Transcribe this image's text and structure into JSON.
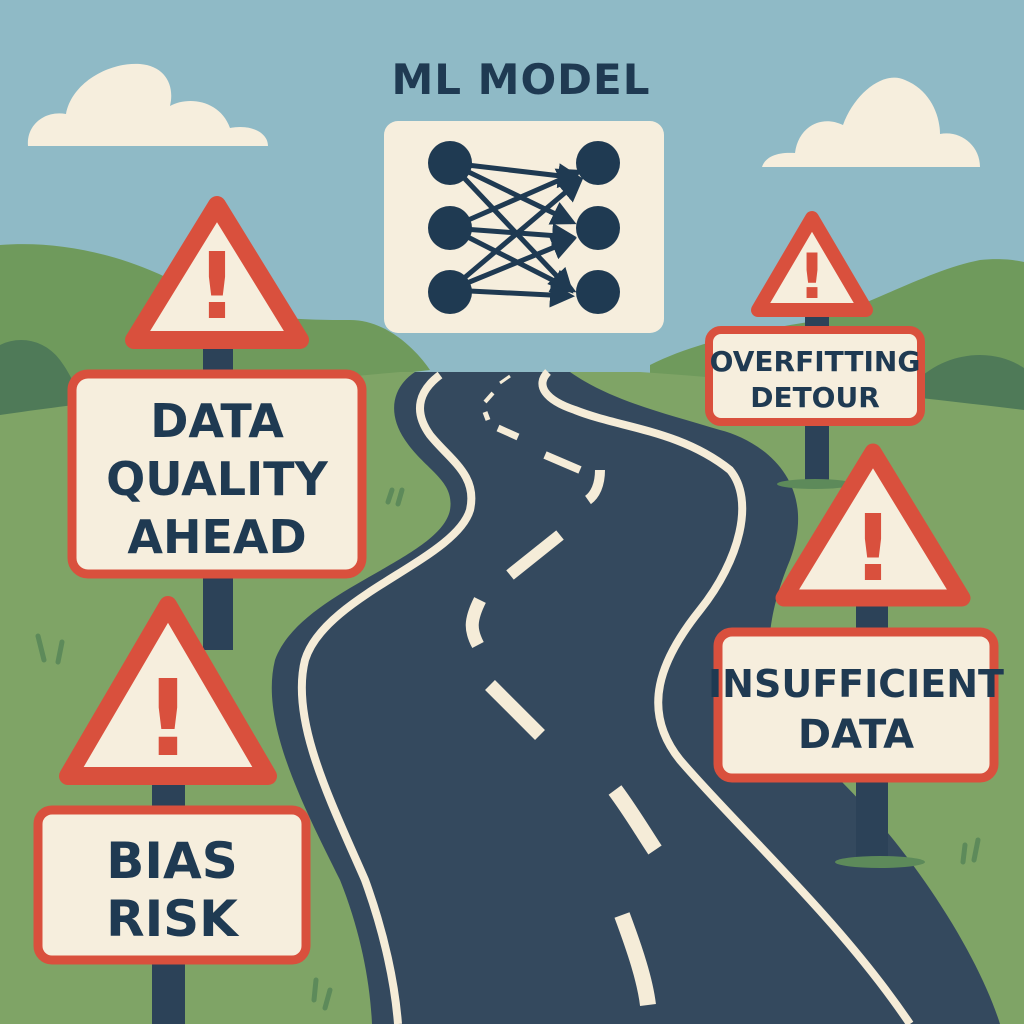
{
  "title": "ML MODEL",
  "colors": {
    "sky": "#8fbac6",
    "cloud": "#f6eedd",
    "hill_light": "#6f9a5c",
    "hill_dark": "#4f7a58",
    "grass": "#7fa466",
    "road": "#34495e",
    "road_line": "#f5ecd8",
    "sign_red": "#d9503d",
    "sign_face": "#f6eedd",
    "ink": "#1f3a52",
    "post": "#2c4258"
  },
  "model_icon": {
    "name": "neural-network-icon",
    "input_nodes": 3,
    "output_nodes": 3
  },
  "signs": [
    {
      "id": "data-quality",
      "lines": [
        "DATA",
        "QUALITY",
        "AHEAD"
      ],
      "warning": "!"
    },
    {
      "id": "overfitting",
      "lines": [
        "OVERFITTING",
        "DETOUR"
      ],
      "warning": "!"
    },
    {
      "id": "insufficient-data",
      "lines": [
        "INSUFFICIENT",
        "DATA"
      ],
      "warning": "!"
    },
    {
      "id": "bias-risk",
      "lines": [
        "BIAS",
        "RISK"
      ],
      "warning": "!"
    }
  ]
}
